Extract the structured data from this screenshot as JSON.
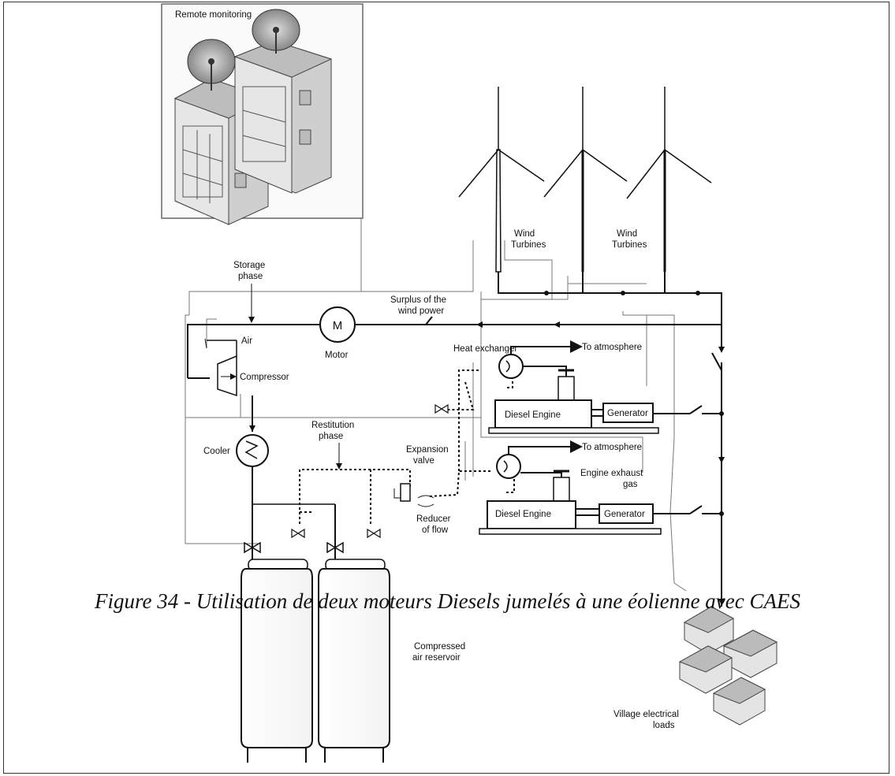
{
  "labels": {
    "remote_monitoring": "Remote monitoring",
    "wind_turbines_1": [
      "Wind",
      "Turbines"
    ],
    "wind_turbines_2": [
      "Wind",
      "Turbines"
    ],
    "storage_phase": [
      "Storage",
      "phase"
    ],
    "surplus": [
      "Surplus of the",
      "wind power"
    ],
    "motor_symbol": "M",
    "motor": "Motor",
    "air": "Air",
    "compressor": "Compressor",
    "cooler": "Cooler",
    "restitution_phase": [
      "Restitution",
      "phase"
    ],
    "expansion_valve": [
      "Expansion",
      "valve"
    ],
    "reducer_of_flow": [
      "Reducer",
      "of flow"
    ],
    "heat_exchanger": "Heat exchanger",
    "to_atmosphere_1": "To atmosphere",
    "to_atmosphere_2": "To atmosphere",
    "diesel_engine_1": "Diesel Engine",
    "diesel_engine_2": "Diesel Engine",
    "generator_1": "Generator",
    "generator_2": "Generator",
    "engine_exhaust_gas": [
      "Engine exhaust",
      "gas"
    ],
    "compressed_air_reservoir": [
      "Compressed",
      "air reservoir"
    ],
    "village_electrical_loads": [
      "Village electrical",
      "loads"
    ]
  },
  "caption": "Figure 34 - Utilisation de deux moteurs Diesels jumelés à une éolienne avec CAES"
}
